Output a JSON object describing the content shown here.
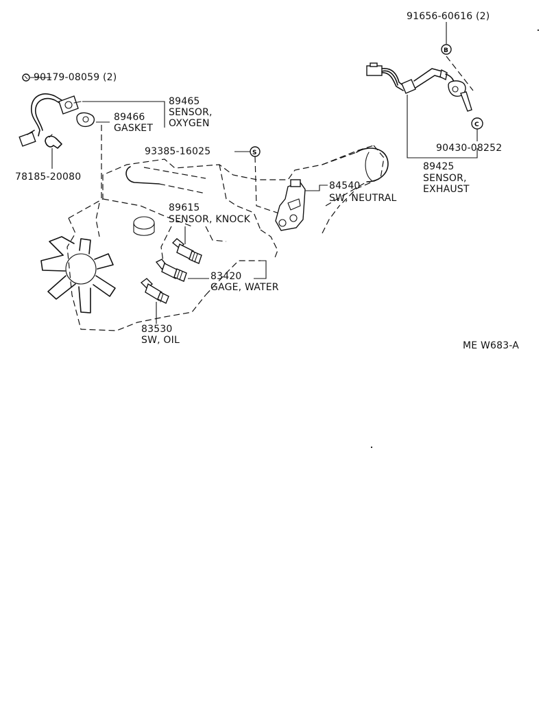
{
  "diagram_id": "ME W683-A",
  "parts": [
    {
      "number": "90179-08059 (2)"
    },
    {
      "number": "89465",
      "name_lines": [
        "SENSOR,",
        "OXYGEN"
      ]
    },
    {
      "number": "89466",
      "name_lines": [
        "GASKET"
      ]
    },
    {
      "number": "78185-20080"
    },
    {
      "number": "93385-16025"
    },
    {
      "number": "89615",
      "name_lines": [
        "SENSOR, KNOCK"
      ]
    },
    {
      "number": "83420",
      "name_lines": [
        "GAGE, WATER"
      ]
    },
    {
      "number": "83530",
      "name_lines": [
        "SW, OIL"
      ]
    },
    {
      "number": "84540",
      "name_lines": [
        "SW, NEUTRAL"
      ]
    },
    {
      "number": "91656-60616 (2)"
    },
    {
      "number": "90430-08252"
    },
    {
      "number": "89425",
      "name_lines": [
        "SENSOR,",
        "EXHAUST"
      ]
    }
  ],
  "symbols": [
    "S",
    "B",
    "C"
  ]
}
